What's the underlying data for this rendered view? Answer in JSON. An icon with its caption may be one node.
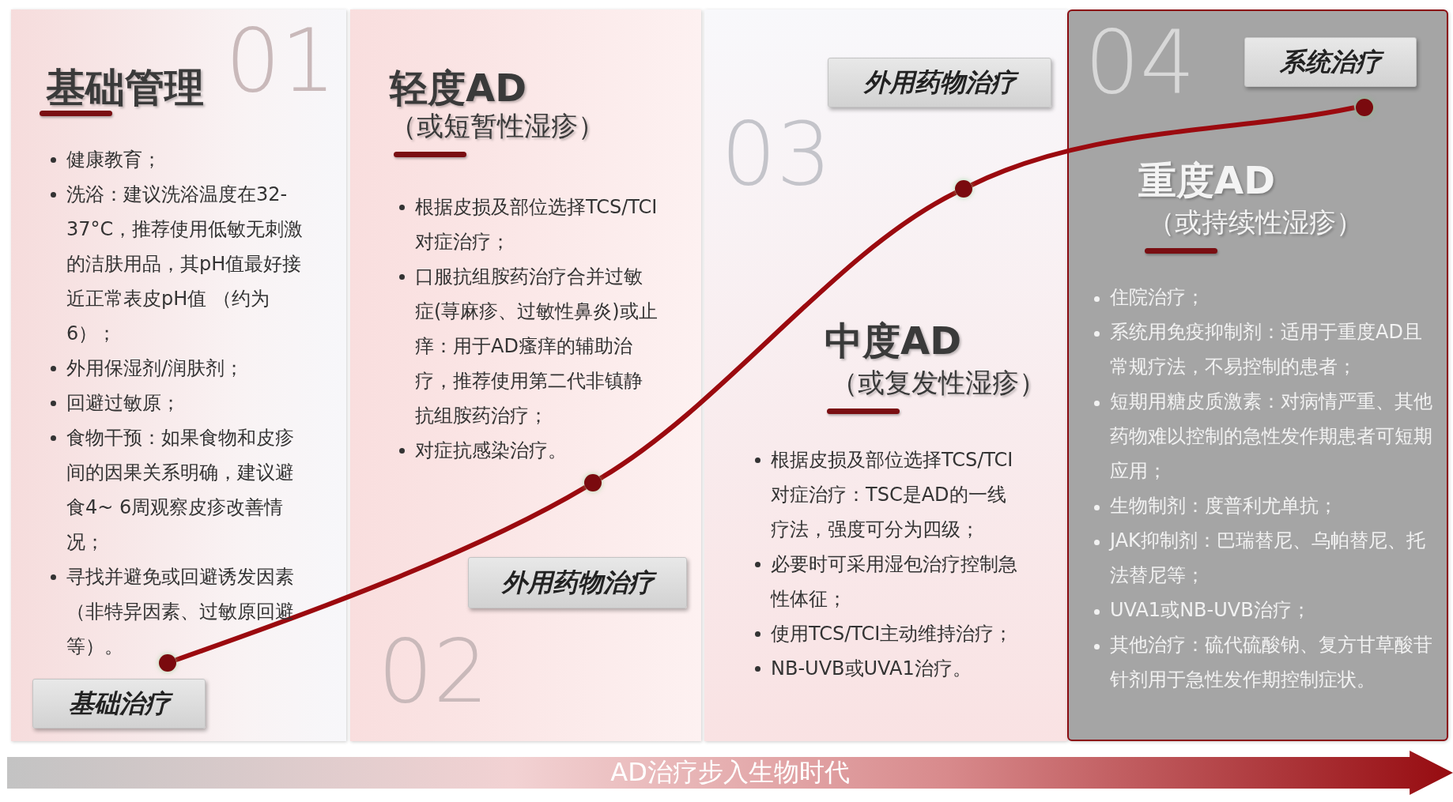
{
  "diagram": {
    "nodes": [
      {
        "text": [
          "基础管理",
          "健康教育；",
          "洗浴：建议洗浴温度在32-37°C，推荐使用低敏无刺激的洁肤用品，其pH值最好接近正常表皮pH值 （约为6）；",
          "外用保湿剂/润肤剂；",
          "回避过敏原；",
          "食物干预：如果食物和皮疹间的因果关系明确，建议避食4~ 6周观察皮疹改善情况；",
          "寻找并避免或回避诱发因素（非特异因素、过敏原回避等）。"
        ]
      },
      {
        "text": [],
        "shape": "circle",
        "in": 0
      },
      {
        "text": [
          "基础治疗"
        ],
        "in": 0
      },
      {
        "text": [
          "轻度AD",
          "（或短暂性湿疹）",
          "根据皮损及部位选择TCS/TCI对症治疗；",
          "口服抗组胺药治疗合并过敏症(荨麻疹、过敏性鼻炎)或止痒：用于AD瘙痒的辅助治疗，推荐使用第二代非镇静抗组胺药治疗；",
          "对症抗感染治疗。"
        ]
      },
      {
        "text": [],
        "shape": "circle",
        "in": 3
      },
      {
        "text": [
          "外用药物治疗"
        ],
        "in": 3
      },
      {
        "text": [
          "中度AD",
          "（或复发性湿疹）",
          "根据皮损及部位选择TCS/TCI对症治疗：TSC是AD的一线疗法，强度可分为四级；",
          "必要时可采用湿包治疗控制急性体征；",
          "使用TCS/TCI主动维持治疗；",
          "NB-UVB或UVA1治疗。"
        ]
      },
      {
        "text": [
          "外用药物治疗"
        ],
        "in": 6
      },
      {
        "text": [],
        "shape": "circle",
        "in": 6
      },
      {
        "text": [
          "重度AD",
          "（或持续性湿疹）",
          "住院治疗；",
          "系统用免疫抑制剂：适用于重度AD且常规疗法，不易控制的患者；",
          "短期用糖皮质激素：对病情严重、其他药物难以控制的急性发作期患者可短期应用；",
          "生物制剂：度普利尤单抗；",
          "JAK抑制剂：巴瑞替尼、乌帕替尼、托法替尼等；",
          "UVA1或NB-UVB治疗；",
          "其他治疗：硫代硫酸钠、复方甘草酸苷针剂用于急性发作期控制症状。"
        ]
      },
      {
        "text": [
          "系统治疗"
        ],
        "in": 9
      },
      {
        "text": [],
        "shape": "circle",
        "in": 9
      },
      {
        "text": [
          "AD治疗步入生物时代"
        ]
      }
    ],
    "edges": [
      {
        "from": 1,
        "to": 4,
        "arrow": "none"
      },
      {
        "from": 4,
        "to": 8,
        "arrow": "none"
      },
      {
        "from": 8,
        "to": 11,
        "arrow": "none"
      }
    ],
    "labels": [
      "01",
      "02",
      "03",
      "04"
    ]
  }
}
